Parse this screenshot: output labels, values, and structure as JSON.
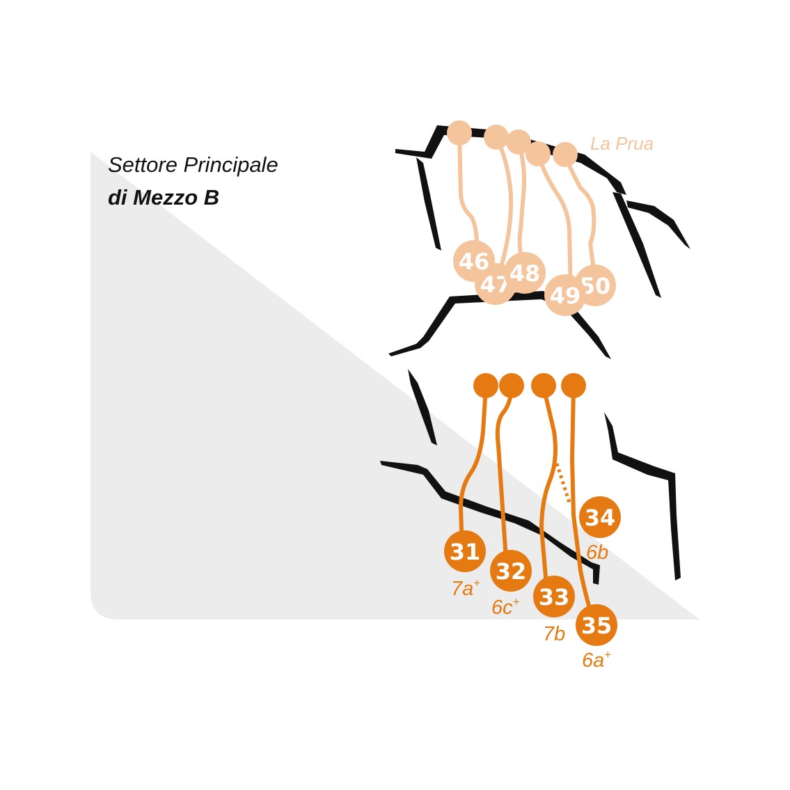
{
  "title": {
    "line1": "Settore Principale",
    "line2": "di Mezzo B"
  },
  "colors": {
    "background_triangle": "#ececec",
    "rock": "#111111",
    "route_upper": "#f4c49c",
    "route_lower": "#e57a12"
  },
  "upper_sector": {
    "label": "La Prua",
    "routes": [
      {
        "number": "46"
      },
      {
        "number": "47"
      },
      {
        "number": "48"
      },
      {
        "number": "49"
      },
      {
        "number": "50"
      }
    ]
  },
  "lower_sector": {
    "routes": [
      {
        "number": "31",
        "grade": "7a",
        "grade_sup": "+"
      },
      {
        "number": "32",
        "grade": "6c",
        "grade_sup": "+"
      },
      {
        "number": "33",
        "grade": "7b",
        "grade_sup": ""
      },
      {
        "number": "34",
        "grade": "6b",
        "grade_sup": ""
      },
      {
        "number": "35",
        "grade": "6a",
        "grade_sup": "+"
      }
    ]
  }
}
